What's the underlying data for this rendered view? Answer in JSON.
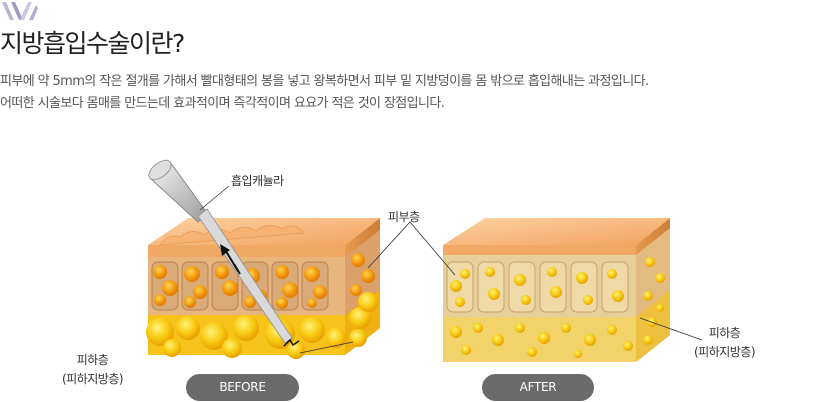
{
  "heading": "지방흡입수술이란?",
  "description": {
    "line1": "피부에 약 5mm의 작은 절개를 가해서 빨대형태의 봉을 넣고 왕복하면서 피부 밑 지방덩이를 몸 밖으로 흡입해내는 과정입니다.",
    "line2": "어떠한 시술보다 몸매를 만드는데 효과적이며 즉각적이며 요요가 적은 것이 장점입니다."
  },
  "labels": {
    "cannula": "흡입캐뉼라",
    "skin_layer": "피부층",
    "subcutaneous_left_line1": "피하층",
    "subcutaneous_left_line2": "(피하지방층)",
    "subcutaneous_right_line1": "피하층",
    "subcutaneous_right_line2": "(피하지방층)"
  },
  "badges": {
    "before": "BEFORE",
    "after": "AFTER"
  },
  "colors": {
    "badge": "#6b6b6b",
    "skin": "#f4a05a",
    "fat": "#f7c200",
    "dermis": "#c89a6a"
  }
}
